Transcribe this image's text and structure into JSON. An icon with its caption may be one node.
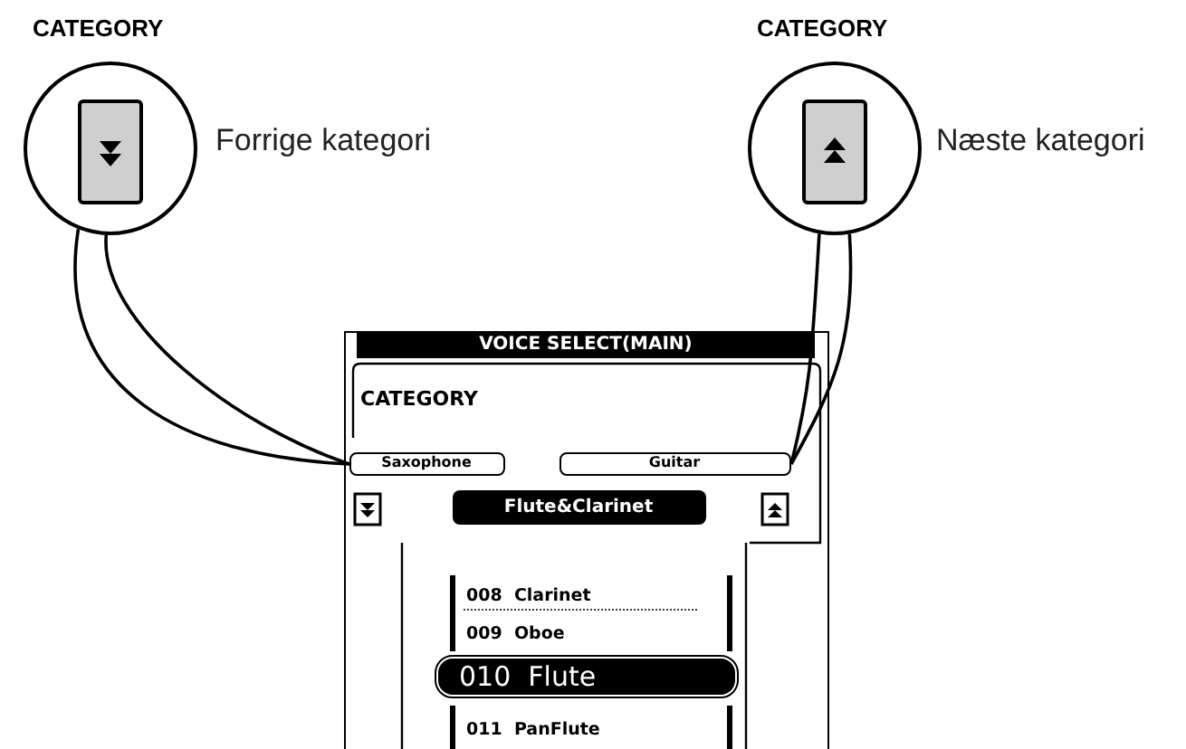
{
  "diagram": {
    "nodes": [
      {
        "text": [
          "CATEGORY"
        ],
        "beside": [
          "Forrige kategori"
        ]
      },
      {
        "text": [
          "CATEGORY"
        ],
        "beside": [
          "Næste kategori"
        ]
      },
      {
        "text": [
          "VOICE SELECT(MAIN)",
          "CATEGORY"
        ]
      },
      {
        "text": [
          "Saxophone"
        ],
        "in": 2
      },
      {
        "text": [
          "Guitar"
        ],
        "in": 2
      },
      {
        "text": [
          "Flute&Clarinet"
        ],
        "in": 2
      },
      {
        "text": [
          "010  Flute"
        ],
        "in": 2
      }
    ],
    "edges": [
      {
        "from": 0,
        "to": 3,
        "arrow": "none"
      },
      {
        "from": 1,
        "to": 4,
        "arrow": "none"
      }
    ],
    "labels": [
      "008  Clarinet",
      "009  Oboe",
      "011  PanFlute"
    ]
  }
}
